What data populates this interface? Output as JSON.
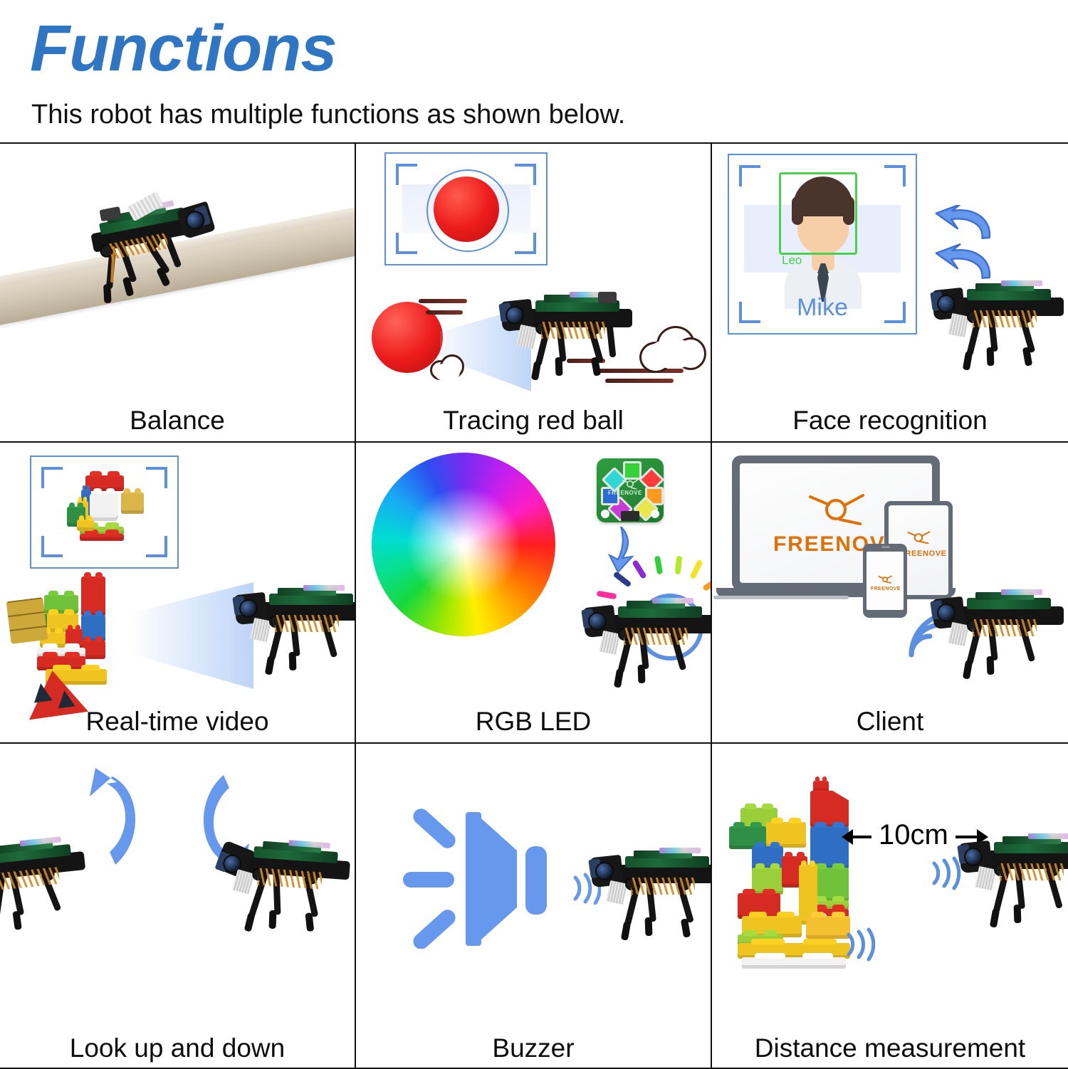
{
  "header": {
    "title": "Functions",
    "subtitle": "This robot has multiple functions as shown below.",
    "title_color": "#2E75C3"
  },
  "colors": {
    "accent_blue": "#5B8FE0",
    "arrow_blue": "#6699EE",
    "face_box_green": "#4AD24A",
    "brand_orange": "#E2700A",
    "ball_red": "#ED1C1C",
    "grid_line": "#111111"
  },
  "grid": {
    "rows": 3,
    "columns": 3,
    "cells": [
      {
        "id": "balance",
        "caption": "Balance",
        "art": "robot-on-beam"
      },
      {
        "id": "tracing",
        "caption": "Tracing red ball",
        "art": "viewfinder-red-ball"
      },
      {
        "id": "face",
        "caption": "Face recognition",
        "art": "face-recognition-panel"
      },
      {
        "id": "video",
        "caption": "Real-time video",
        "art": "viewfinder-lego"
      },
      {
        "id": "rgbled",
        "caption": "RGB LED",
        "art": "color-wheel-and-led-board"
      },
      {
        "id": "client",
        "caption": "Client",
        "art": "devices-freenove"
      },
      {
        "id": "lookup",
        "caption": "Look up and down",
        "art": "two-curved-arrows"
      },
      {
        "id": "buzzer",
        "caption": "Buzzer",
        "art": "speaker-icon"
      },
      {
        "id": "distance",
        "caption": "Distance measurement",
        "art": "lego-wall-and-robot"
      }
    ]
  },
  "face_panel": {
    "detected_name": "Leo",
    "display_name": "Mike"
  },
  "brand": {
    "name": "FREENOVE",
    "appears_on": [
      "laptop-screen",
      "tablet-screen",
      "phone-screen",
      "led-board"
    ]
  },
  "distance_panel": {
    "measurement_label": "10cm"
  },
  "icons": {
    "viewfinder": "viewfinder-icon",
    "wifi": "wifi-waves-icon",
    "speaker": "speaker-icon",
    "curved_arrow_up": "curved-arrow-up-icon",
    "curved_arrow_down": "curved-arrow-down-icon",
    "swipe_arrows": "double-curved-arrow-icon"
  },
  "led_board": {
    "led_colors": [
      "#37d13a",
      "#ff3b3b",
      "#ff9a1f",
      "#e8e84a",
      "#c93bd6",
      "#2b6bd6",
      "#2fd6d6",
      "#37d13a"
    ]
  }
}
